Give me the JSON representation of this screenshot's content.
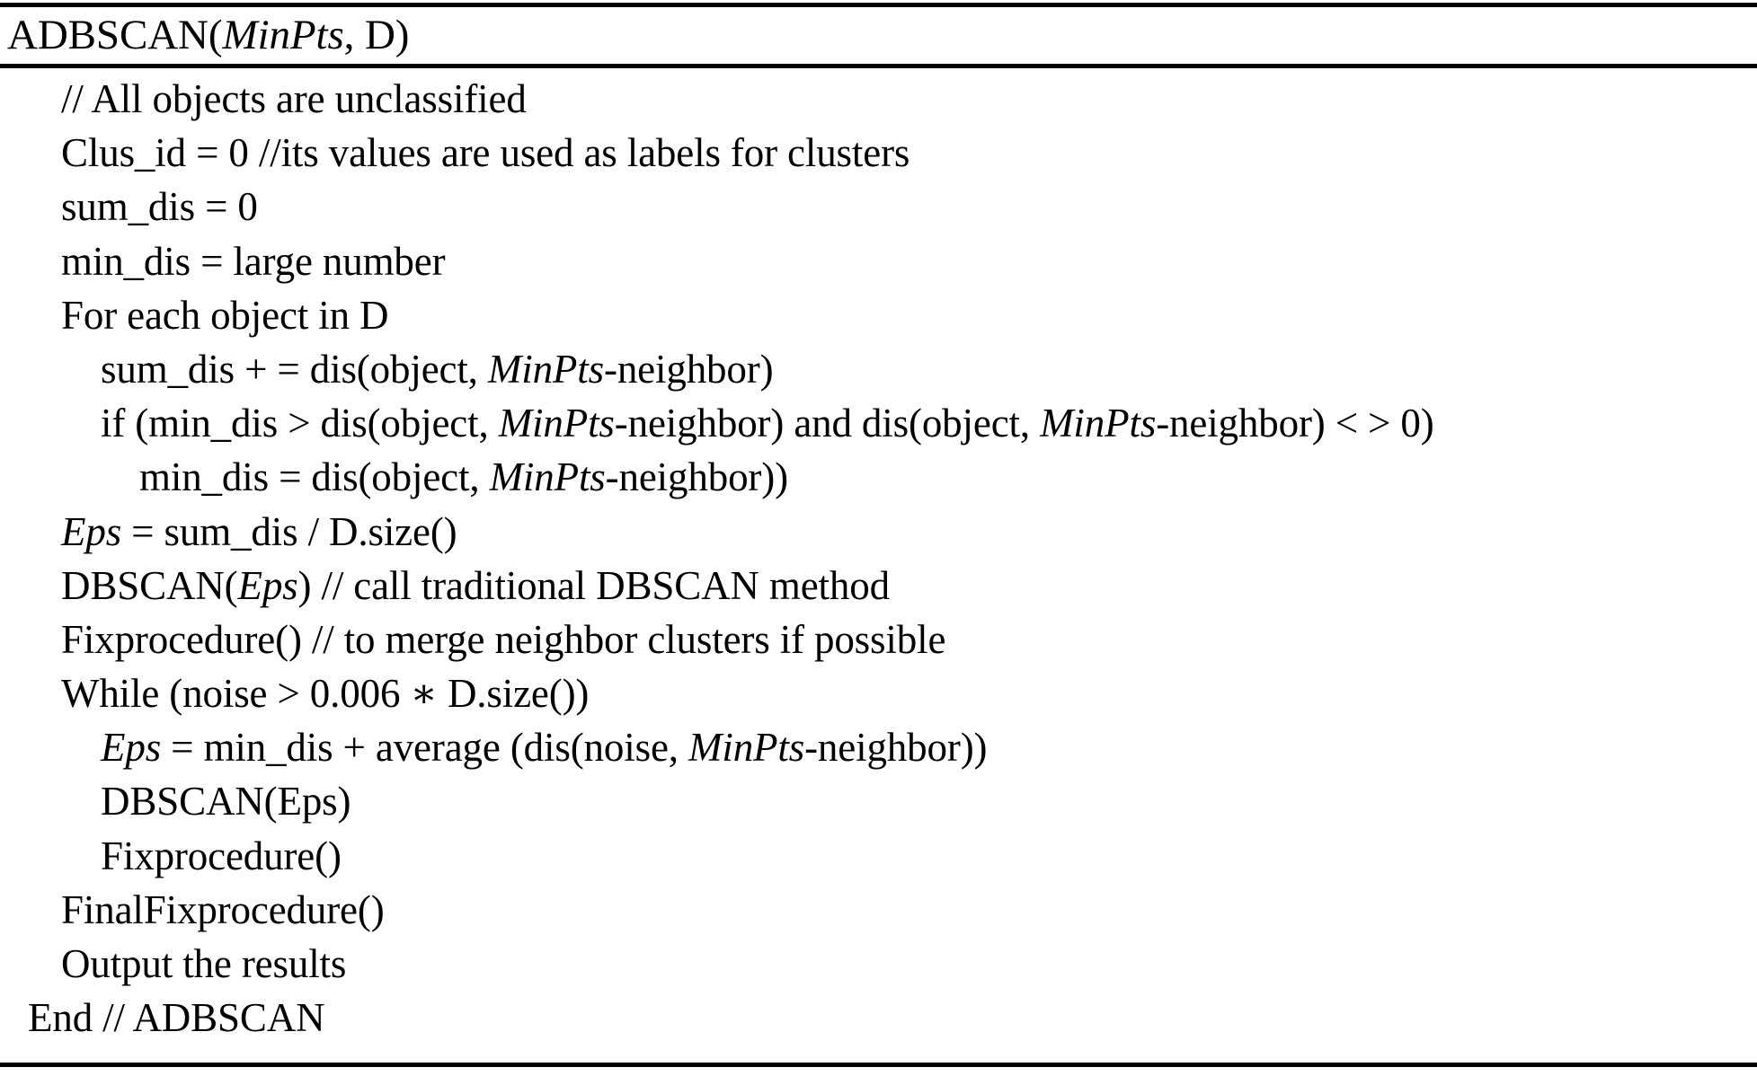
{
  "algorithm": {
    "title_prefix": "ADBSCAN(",
    "title_param_italic": "MinPts",
    "title_suffix": ", D)",
    "lines": [
      {
        "indent": 1,
        "text": "// All objects are unclassified"
      },
      {
        "indent": 1,
        "text": "Clus_id = 0 //its values are used as labels for clusters"
      },
      {
        "indent": 1,
        "text": "sum_dis = 0"
      },
      {
        "indent": 1,
        "text": "min_dis = large number"
      },
      {
        "indent": 1,
        "text": "For each object in D"
      },
      {
        "indent": 2,
        "pre": "sum_dis + = dis(object, ",
        "italic": "MinPts",
        "post": "-neighbor)"
      },
      {
        "indent": 2,
        "pre": "if (min_dis > dis(object, ",
        "italic": "MinPts",
        "post": "-neighbor) and dis(object, ",
        "italic2": "MinPts",
        "post2": "-neighbor) < > 0)"
      },
      {
        "indent": 3,
        "pre": "min_dis = dis(object, ",
        "italic": "MinPts",
        "post": "-neighbor))"
      },
      {
        "indent": 1,
        "italic_lead": "Eps",
        "post": " = sum_dis / D.size()"
      },
      {
        "indent": 1,
        "pre": "DBSCAN(",
        "italic": "Eps",
        "post": ") // call traditional DBSCAN method"
      },
      {
        "indent": 1,
        "text": "Fixprocedure() // to merge neighbor clusters if possible"
      },
      {
        "indent": 1,
        "text": "While (noise > 0.006 ∗ D.size())"
      },
      {
        "indent": 2,
        "italic_lead": "Eps",
        "post": " = min_dis + average (dis(noise, ",
        "italic2": "MinPts",
        "post2": "-neighbor))"
      },
      {
        "indent": 2,
        "text": "DBSCAN(Eps)"
      },
      {
        "indent": 2,
        "text": "Fixprocedure()"
      },
      {
        "indent": 1,
        "text": "FinalFixprocedure()"
      },
      {
        "indent": 1,
        "text": "Output the results"
      },
      {
        "indent": 0,
        "text": "End // ADBSCAN"
      }
    ]
  }
}
